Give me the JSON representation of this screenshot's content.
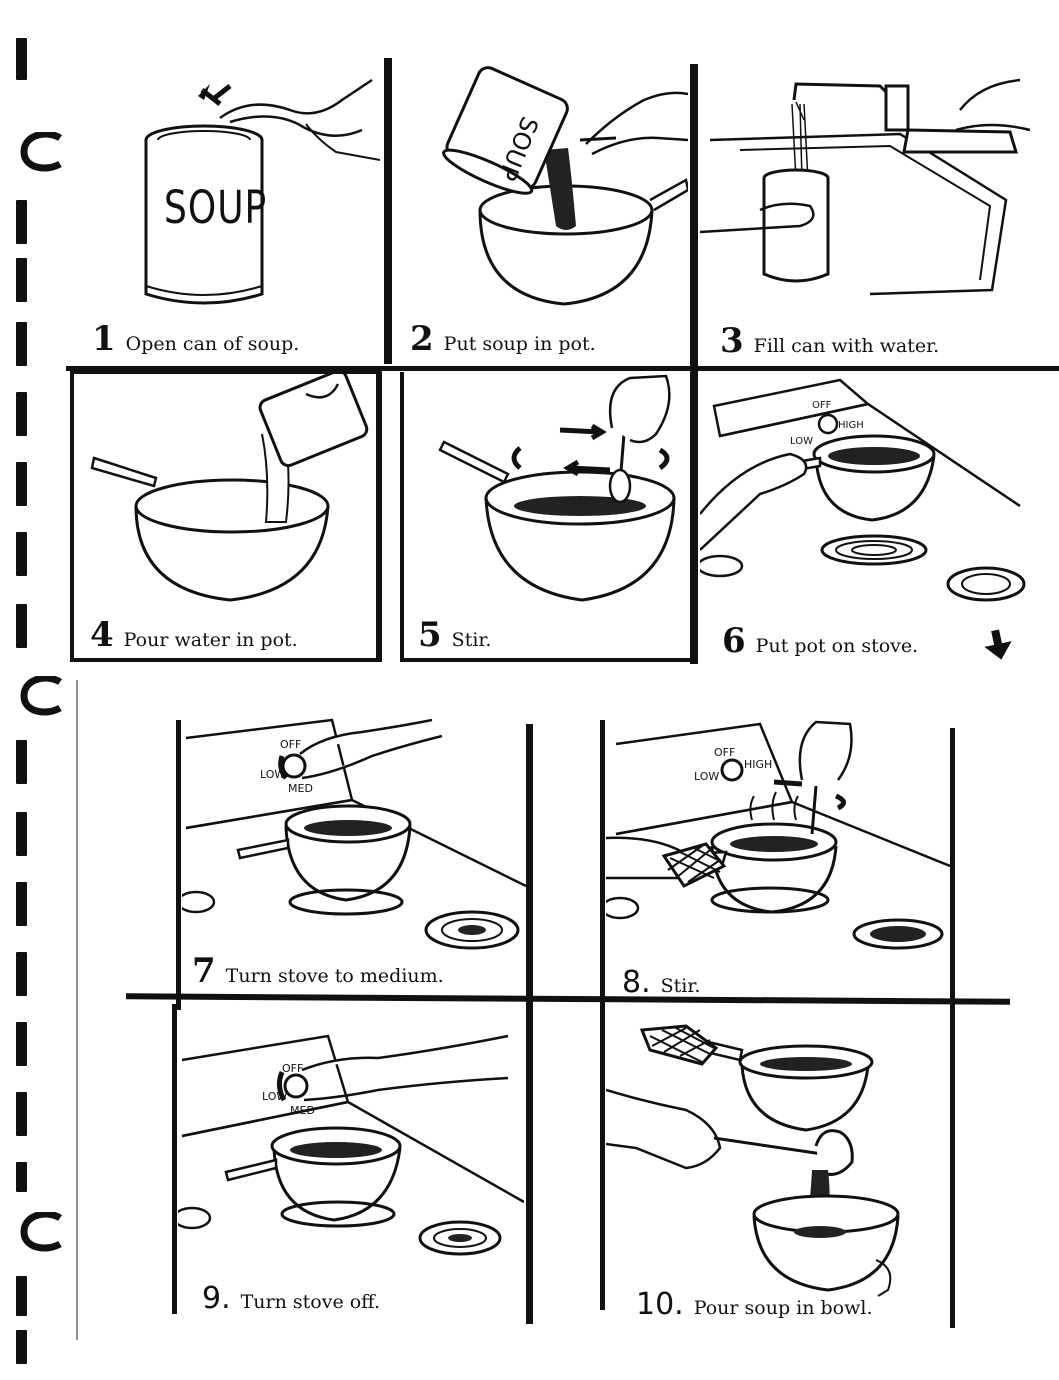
{
  "steps": [
    {
      "number": "1",
      "text": "Open can of soup."
    },
    {
      "number": "2",
      "text": "Put soup in pot."
    },
    {
      "number": "3",
      "text": "Fill can with water."
    },
    {
      "number": "4",
      "text": "Pour water in pot."
    },
    {
      "number": "5",
      "text": "Stir."
    },
    {
      "number": "6",
      "text": "Put pot on stove."
    },
    {
      "number": "7",
      "text": "Turn stove to medium."
    },
    {
      "number": "8.",
      "text": "Stir."
    },
    {
      "number": "9.",
      "text": "Turn stove off."
    },
    {
      "number": "10.",
      "text": "Pour soup in bowl."
    }
  ],
  "labels": {
    "can": "SOUP",
    "knob_off": "OFF",
    "knob_low": "LOW",
    "knob_high": "HIGH",
    "knob_med": "MED"
  }
}
